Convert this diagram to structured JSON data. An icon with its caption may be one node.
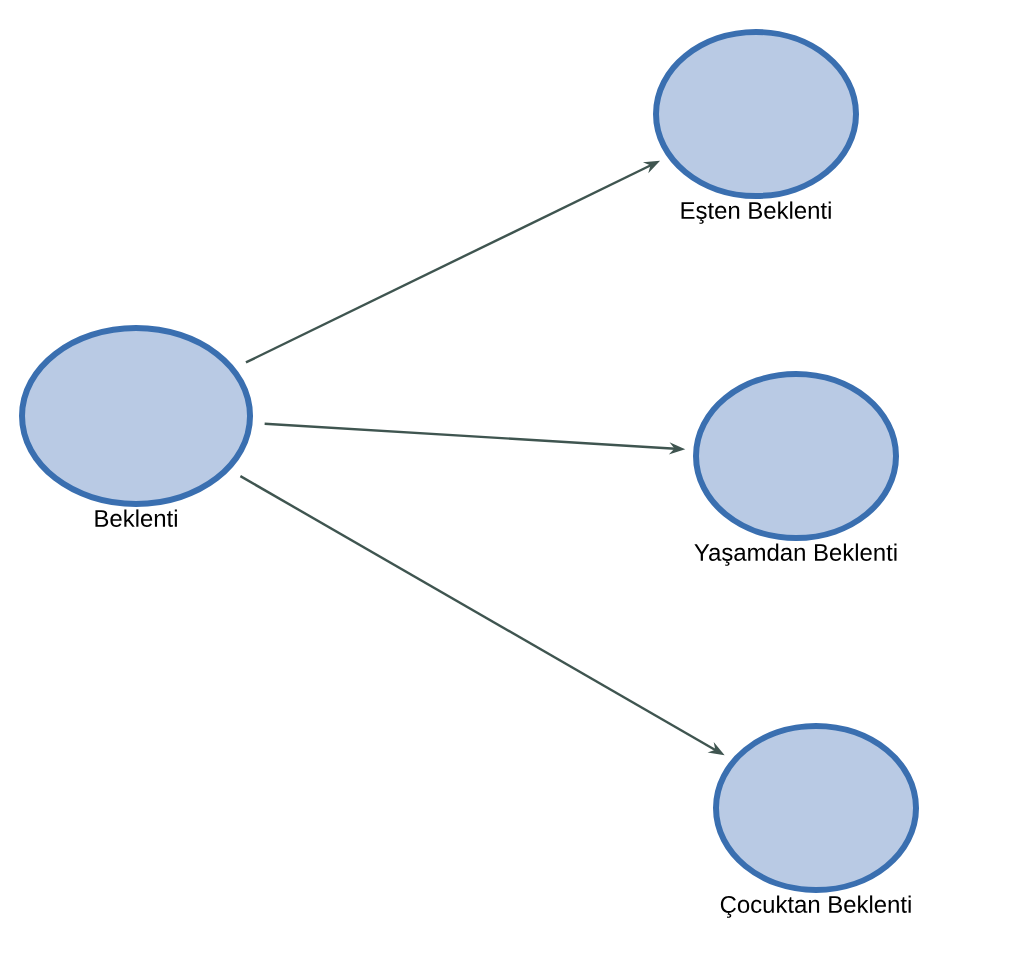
{
  "diagram": {
    "nodes": [
      {
        "text": [
          "Beklenti"
        ]
      },
      {
        "text": [
          "Eşten Beklenti"
        ]
      },
      {
        "text": [
          "Yaşamdan Beklenti"
        ]
      },
      {
        "text": [
          "Çocuktan Beklenti"
        ]
      }
    ],
    "edges": [
      {
        "from": 0,
        "to": 1,
        "arrow": "to"
      },
      {
        "from": 0,
        "to": 2,
        "arrow": "to"
      },
      {
        "from": 0,
        "to": 3,
        "arrow": "to"
      }
    ]
  }
}
